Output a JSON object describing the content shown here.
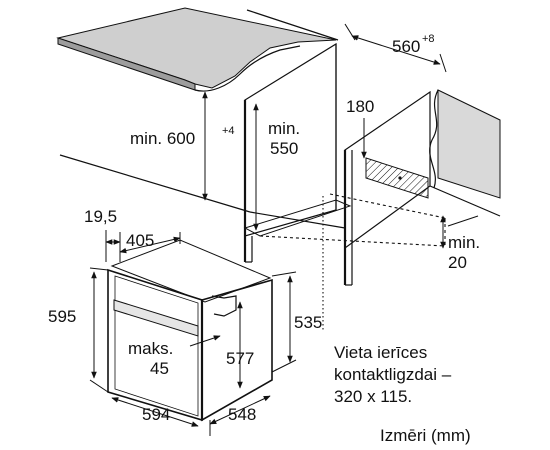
{
  "dimensions": {
    "cabinet_width": "560",
    "cabinet_width_sup": "+8",
    "min_height_label": "min. 600",
    "min_height_sup": "+4",
    "min_depth_line1": "min.",
    "min_depth_line2": "550",
    "vent_width": "180",
    "bottom_gap_line1": "min.",
    "bottom_gap_line2": "20",
    "panel_thickness": "19,5",
    "mount_depth": "405",
    "front_height": "595",
    "body_height": "577",
    "rear_height": "535",
    "max_protrusion_line1": "maks.",
    "max_protrusion_line2": "45",
    "front_width": "594",
    "body_depth": "548"
  },
  "notes": {
    "socket_line1": "Vieta ierīces",
    "socket_line2": "kontaktligzdai –",
    "socket_line3": "320 x 115."
  },
  "units_caption": "Izmēri (mm)"
}
